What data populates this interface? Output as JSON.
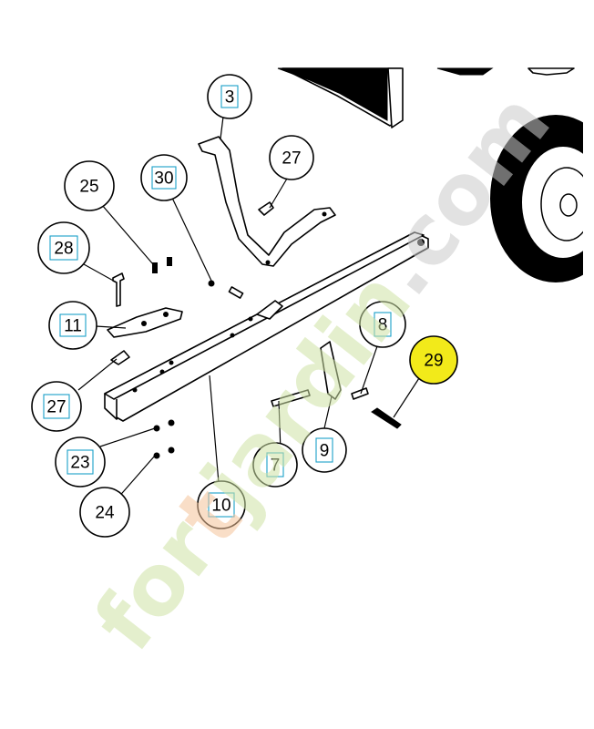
{
  "watermark": {
    "text_a": "for",
    "text_b": "t",
    "text_c": "jardin",
    "text_d": ".com",
    "color_green": "#cfe3a6",
    "color_orange": "#f5c49a",
    "color_gray": "#cccccc"
  },
  "callouts": [
    {
      "id": "c3",
      "label": "3",
      "boxed": true
    },
    {
      "id": "c27a",
      "label": "27",
      "boxed": false
    },
    {
      "id": "c25",
      "label": "25",
      "boxed": false
    },
    {
      "id": "c30",
      "label": "30",
      "boxed": true
    },
    {
      "id": "c28",
      "label": "28",
      "boxed": true
    },
    {
      "id": "c11",
      "label": "11",
      "boxed": true
    },
    {
      "id": "c8",
      "label": "8",
      "boxed": true
    },
    {
      "id": "c29",
      "label": "29",
      "boxed": false,
      "highlight": true
    },
    {
      "id": "c27b",
      "label": "27",
      "boxed": true
    },
    {
      "id": "c23",
      "label": "23",
      "boxed": true
    },
    {
      "id": "c7",
      "label": "7",
      "boxed": true
    },
    {
      "id": "c9",
      "label": "9",
      "boxed": true
    },
    {
      "id": "c10",
      "label": "10",
      "boxed": true
    },
    {
      "id": "c24",
      "label": "24",
      "boxed": false
    }
  ],
  "colors": {
    "highlight": "#f2ea1a",
    "label_box": "#1aa0c8"
  }
}
